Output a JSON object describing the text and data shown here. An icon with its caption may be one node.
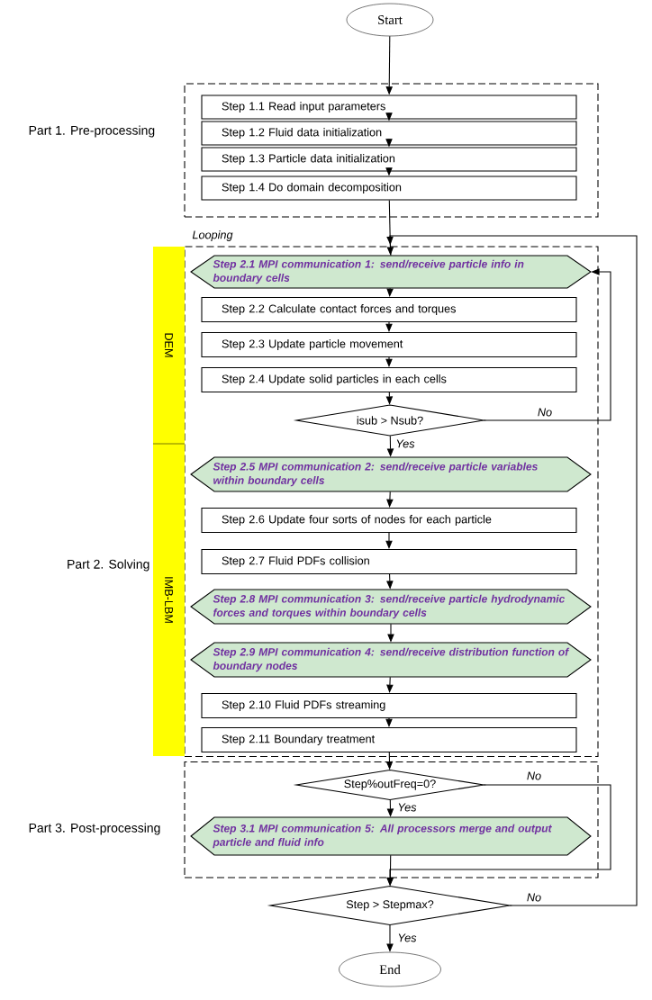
{
  "diagram": {
    "nodes": [
      {
        "text": [
          "Start"
        ]
      },
      {
        "text": [
          "Part 1. Pre-processing"
        ]
      },
      {
        "text": [
          "Step 1.1 Read input parameters"
        ],
        "in": 1
      },
      {
        "text": [
          "Step 1.2 Fluid data initialization"
        ],
        "in": 1
      },
      {
        "text": [
          "Step 1.3 Particle data initialization"
        ],
        "in": 1
      },
      {
        "text": [
          "Step 1.4 Do domain decomposition"
        ],
        "in": 1
      },
      {
        "text": [
          "Part 2. Solving"
        ]
      },
      {
        "text": [
          "DEM"
        ]
      },
      {
        "text": [
          "IMB-LBM"
        ]
      },
      {
        "text": [
          "Step 2.1 MPI communication 1: send/receive particle info in boundary cells"
        ],
        "in": 6
      },
      {
        "text": [
          "Step 2.2 Calculate contact forces and torques"
        ],
        "in": 6
      },
      {
        "text": [
          "Step 2.3 Update particle movement"
        ],
        "in": 6
      },
      {
        "text": [
          "Step 2.4 Update solid particles in each cells"
        ],
        "in": 6
      },
      {
        "text": [
          "isub > Nsub?"
        ],
        "in": 6
      },
      {
        "text": [
          "Step 2.5 MPI communication 2: send/receive particle variables within boundary cells"
        ],
        "in": 6
      },
      {
        "text": [
          "Step 2.6 Update four sorts of nodes for each particle"
        ],
        "in": 6
      },
      {
        "text": [
          "Step 2.7 Fluid PDFs collision"
        ],
        "in": 6
      },
      {
        "text": [
          "Step 2.8 MPI communication 3: send/receive particle hydrodynamic forces and torques within boundary cells"
        ],
        "in": 6
      },
      {
        "text": [
          "Step 2.9 MPI communication 4: send/receive distribution function of boundary nodes"
        ],
        "in": 6
      },
      {
        "text": [
          "Step 2.10 Fluid PDFs streaming"
        ],
        "in": 6
      },
      {
        "text": [
          "Step 2.11 Boundary treatment"
        ],
        "in": 6
      },
      {
        "text": [
          "Part 3. Post-processing"
        ]
      },
      {
        "text": [
          "Step%outFreq=0?"
        ],
        "in": 21
      },
      {
        "text": [
          "Step 3.1 MPI communication 5: All processors merge and output particle and fluid info"
        ],
        "in": 21
      },
      {
        "text": [
          "Step > Stepmax?"
        ]
      },
      {
        "text": [
          "End"
        ]
      }
    ],
    "edges": [
      {
        "from": 0,
        "to": 2,
        "arrow": "to"
      },
      {
        "from": 2,
        "to": 3,
        "arrow": "to"
      },
      {
        "from": 3,
        "to": 4,
        "arrow": "to"
      },
      {
        "from": 4,
        "to": 5,
        "arrow": "to"
      },
      {
        "from": 5,
        "to": 9,
        "arrow": "to"
      },
      {
        "from": 9,
        "to": 10,
        "arrow": "to"
      },
      {
        "from": 10,
        "to": 11,
        "arrow": "to"
      },
      {
        "from": 11,
        "to": 12,
        "arrow": "to"
      },
      {
        "from": 12,
        "to": 13,
        "arrow": "to"
      },
      {
        "from": 13,
        "to": 9,
        "arrow": "to",
        "label": "No"
      },
      {
        "from": 13,
        "to": 14,
        "arrow": "to",
        "label": "Yes"
      },
      {
        "from": 14,
        "to": 15,
        "arrow": "to"
      },
      {
        "from": 15,
        "to": 16,
        "arrow": "to"
      },
      {
        "from": 16,
        "to": 17,
        "arrow": "to"
      },
      {
        "from": 17,
        "to": 18,
        "arrow": "to"
      },
      {
        "from": 18,
        "to": 19,
        "arrow": "to"
      },
      {
        "from": 19,
        "to": 20,
        "arrow": "to"
      },
      {
        "from": 20,
        "to": 22,
        "arrow": "to"
      },
      {
        "from": 22,
        "to": 23,
        "arrow": "to",
        "label": "Yes"
      },
      {
        "from": 22,
        "to": 24,
        "arrow": "to",
        "label": "No"
      },
      {
        "from": 23,
        "to": 24,
        "arrow": "to"
      },
      {
        "from": 24,
        "to": 9,
        "arrow": "to",
        "label": "No"
      },
      {
        "from": 24,
        "to": 25,
        "arrow": "to",
        "label": "Yes"
      }
    ],
    "labels": [
      "Looping"
    ]
  }
}
